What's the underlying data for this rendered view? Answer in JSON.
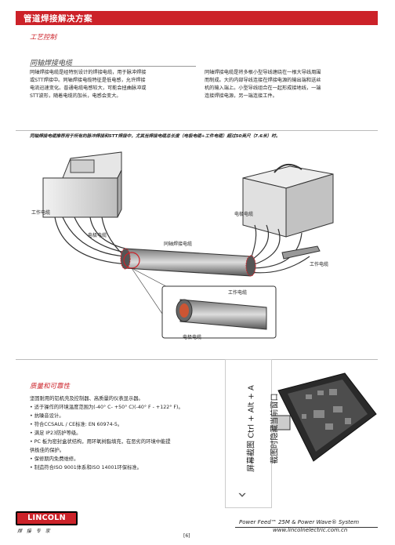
{
  "header": {
    "title": "管道焊接解决方案"
  },
  "section1": {
    "heading": "工艺控制",
    "subheading": "同轴焊接电缆",
    "left_lines": [
      "同轴焊接电缆是经特别设计的焊接电缆，用于脉冲焊接",
      "或STT焊接中。同轴焊接电缆特征是低电感，允许焊接",
      "电流迅速变化。普通电缆电感较大，可能会扭曲脉冲或",
      "STT波形，随着电缆的加长，电感会变大。"
    ],
    "right_lines": [
      "同轴焊接电缆是将多根小型导线缠绕在一根大导线周围",
      "而制成。大的内部导线连接在焊接电源的输出端和送丝",
      "机的输入端上。小型导线组合在一起形成接地线，一端",
      "连接焊接电源，另一端连接工件。"
    ]
  },
  "note": "同轴焊接电缆推荐用于所有的脉冲焊接和STT焊接中，尤其当焊接电缆总长度（电极电缆+工件电缆）超过50英尺（7.6米）时。",
  "diagram": {
    "label_work_cable_left": "工作电缆",
    "label_electrode_cable_left": "电极电缆",
    "label_coaxial_cable": "同轴焊接电缆",
    "label_electrode_cable_right": "电极电缆",
    "label_work_cable_right": "工作电缆",
    "detail_work_cable": "工作电缆",
    "detail_electrode_cable": "电极电缆"
  },
  "section2": {
    "heading": "质量和可靠性",
    "lines": [
      "坚固耐用的铝机壳及控制器、高质量的仪表显示器。",
      "• 适于操作的环境温度范围为(-40° C- +50° C)(-40° F - +122° F)。",
      "• 抗噪音设计。",
      "• 符合CCSAUL / CE标准: EN 60974-5。",
      "• 满足 IP23防护等级。",
      "• PC 板为密封盒状结构，用环氧树脂填充，在恶劣的环境中能提",
      "  供极佳的保护。",
      "• 保修期内免费维修。",
      "• 制造符合ISO 9001体系和ISO 14001环保标准。"
    ]
  },
  "overlay": {
    "line1": "屏幕截图 Ctrl + Alt + A",
    "line2": "截图时隐藏当前窗口",
    "chevron": "›"
  },
  "footer": {
    "logo_text": "LINCOLN ELECTRIC",
    "logo_sub": "焊 接 专 家",
    "product": "Power Feed™ 25M & Power Wave® System",
    "url": "www.lincolnelectric.com.cn",
    "page": "[6]"
  },
  "colors": {
    "brand_red": "#cc2229",
    "text": "#222222"
  }
}
